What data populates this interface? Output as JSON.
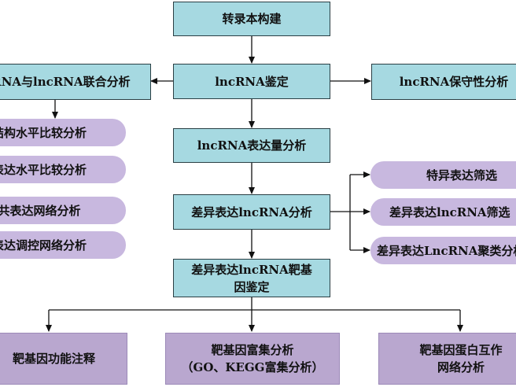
{
  "flow": {
    "transcript_construction": "转录本构建",
    "lncrna_identification": "lncRNA鉴定",
    "joint_analysis": "mRNA与lncRNA联合分析",
    "conservation_analysis": "lncRNA保守性分析",
    "expression_quantification": "lncRNA表达量分析",
    "differential_expression": "差异表达lncRNA分析",
    "target_gene_line1": "差异表达lncRNA靶基",
    "target_gene_line2": "因鉴定"
  },
  "joint_branch": [
    "结构水平比较分析",
    "表达水平比较分析",
    "共表达网络分析",
    "表达调控网络分析"
  ],
  "diff_branch": [
    "特异表达筛选",
    "差异表达lncRNA筛选",
    "差异表达LncRNA聚类分析"
  ],
  "target_branch": {
    "annotation": "靶基因功能注释",
    "enrichment_line1": "靶基因富集分析",
    "enrichment_line2": "（GO、KEGG富集分析）",
    "ppi_line1": "靶基因蛋白互作",
    "ppi_line2": "网络分析"
  },
  "colors": {
    "box_fill": "#a6d9e1",
    "box_border": "#2a3f44",
    "pill_fill": "#c8b8df",
    "lavender_box_fill": "#b9a7cf",
    "line": "#111111"
  }
}
